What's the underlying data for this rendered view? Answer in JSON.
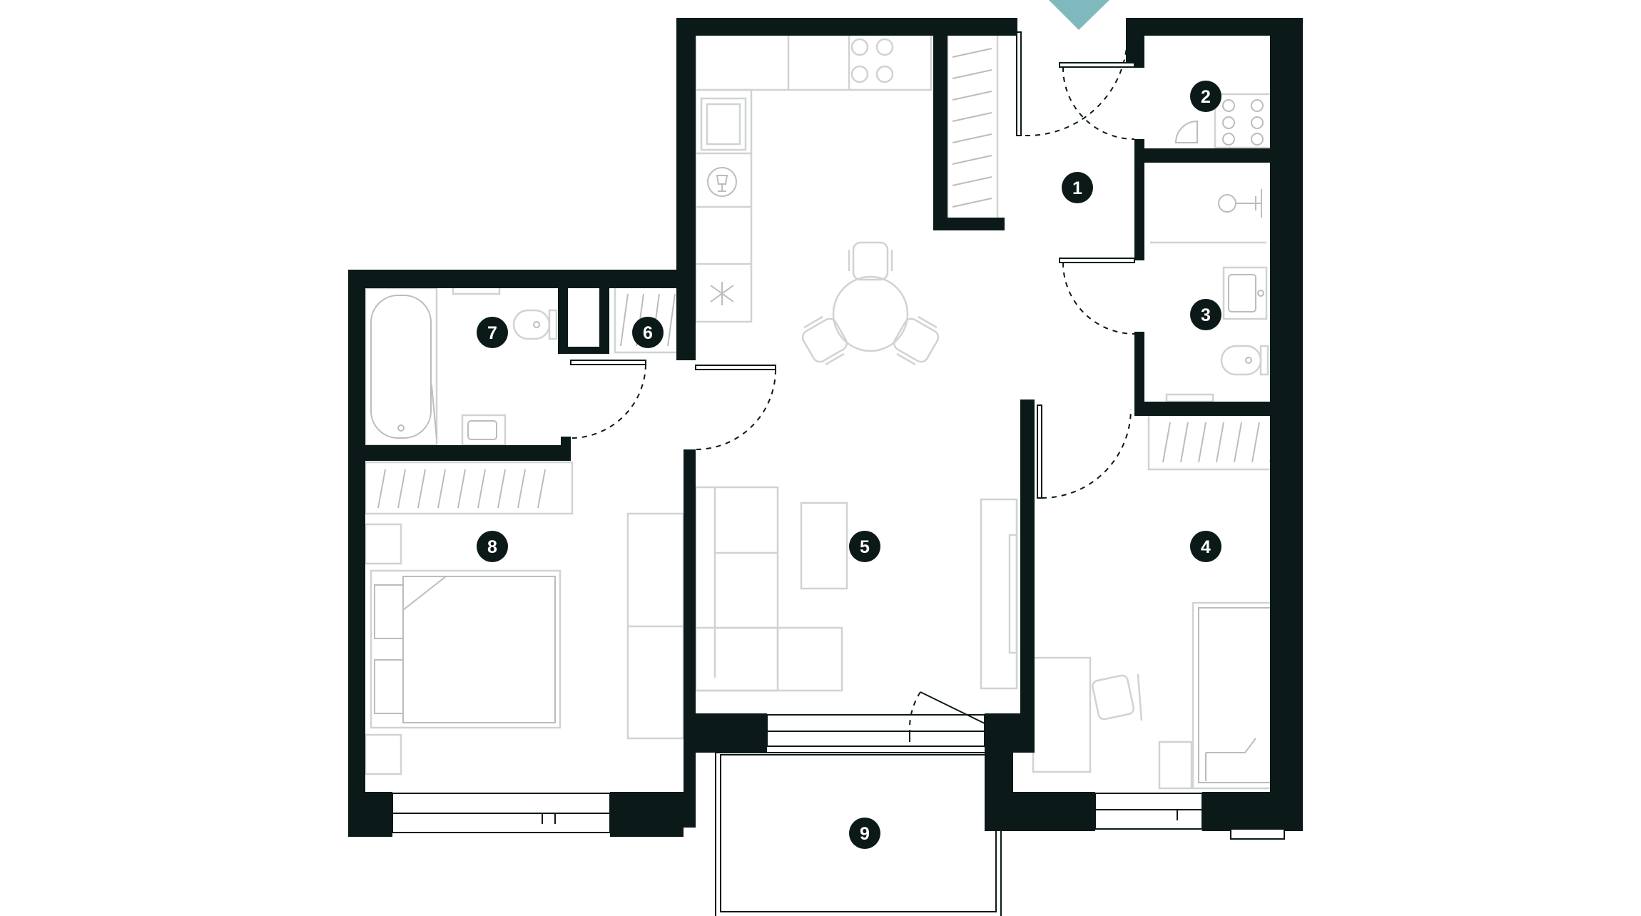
{
  "rooms": [
    {
      "id": "room-1",
      "label": "1"
    },
    {
      "id": "room-2",
      "label": "2"
    },
    {
      "id": "room-3",
      "label": "3"
    },
    {
      "id": "room-4",
      "label": "4"
    },
    {
      "id": "room-5",
      "label": "5"
    },
    {
      "id": "room-6",
      "label": "6"
    },
    {
      "id": "room-7",
      "label": "7"
    },
    {
      "id": "room-8",
      "label": "8"
    },
    {
      "id": "room-9",
      "label": "9"
    }
  ],
  "colors": {
    "walls": "#0b1a18",
    "furniture": "#cfd3d2",
    "entry_arrow": "#7fb9bd",
    "background": "#ffffff"
  },
  "icons": {
    "entry": "entry-arrow-icon"
  }
}
